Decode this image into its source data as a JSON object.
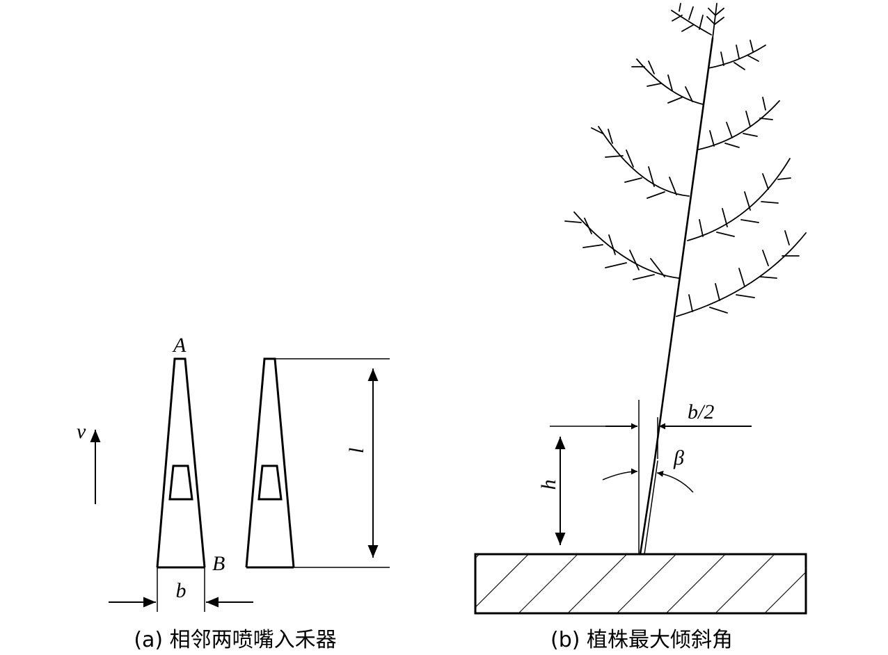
{
  "panel_a": {
    "caption": "(a) 相邻两喷嘴入禾器",
    "labels": {
      "A": "A",
      "B": "B",
      "b": "b",
      "l": "l",
      "v": "v"
    }
  },
  "panel_b": {
    "caption": "(b) 植株最大倾斜角",
    "labels": {
      "b_half": "b/2",
      "h": "h",
      "beta": "β"
    }
  }
}
